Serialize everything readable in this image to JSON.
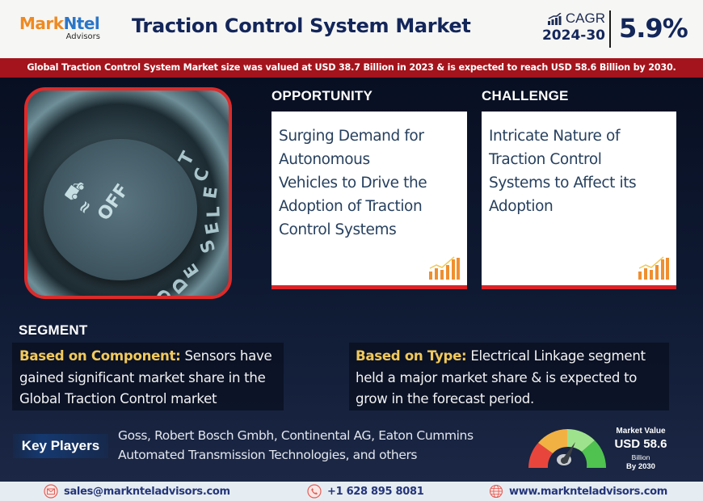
{
  "header": {
    "logo": {
      "brand_part1": "Mark",
      "brand_part2": "Ntel",
      "subtitle": "Advisors"
    },
    "title": "Traction Control System Market",
    "cagr": {
      "label": "CAGR",
      "years": "2024-30",
      "value": "5.9%",
      "icon": "growth-bars-icon"
    }
  },
  "banner": {
    "text": "Global Traction Control System Market size was valued at USD 38.7 Billion in 2023 & is expected to reach USD 58.6 Billion by 2030."
  },
  "image": {
    "description": "Traction control off button",
    "button_text": "OFF",
    "ring_text": "MODE SELECT"
  },
  "opportunity": {
    "label": "OPPORTUNITY",
    "lines": [
      "Surging Demand for",
      "Autonomous",
      "Vehicles to Drive the",
      "Adoption of Traction",
      "Control Systems"
    ],
    "icon": "growth-chart-icon"
  },
  "challenge": {
    "label": "CHALLENGE",
    "lines": [
      "Intricate Nature of",
      "Traction Control",
      "Systems to Affect its",
      "Adoption"
    ],
    "icon": "growth-chart-icon"
  },
  "segment": {
    "label": "SEGMENT",
    "component": {
      "key": "Based on Component:",
      "line1": " Sensors have",
      "line2": "gained significant market share in the",
      "line3": "Global Traction Control market"
    },
    "type": {
      "key": "Based on Type:",
      "line1": " Electrical Linkage segment",
      "line2": "held a major market share & is expected to",
      "line3": "grow in the forecast period."
    }
  },
  "key_players": {
    "label": "Key Players",
    "line1": "Goss, Robert Bosch Gmbh, Continental AG, Eaton Cummins",
    "line2": "Automated Transmission Technologies, and others"
  },
  "market_value": {
    "label": "Market Value",
    "value": "USD 58.6",
    "unit": "Billion",
    "by": "By 2030",
    "gauge_colors": [
      "#e8463c",
      "#f2b143",
      "#9fe28d",
      "#4fc24f"
    ]
  },
  "footer": {
    "email": "sales@marknteladvisors.com",
    "phone": "+1 628 895 8081",
    "website": "www.marknteladvisors.com",
    "icon_color": "#e0605a"
  },
  "colors": {
    "brand_navy": "#13265a",
    "banner_red": "#a3141c",
    "accent_red": "#d92327",
    "highlight_yellow": "#f2c95a",
    "logo_orange": "#ee8a22",
    "logo_blue": "#2a76c9"
  }
}
